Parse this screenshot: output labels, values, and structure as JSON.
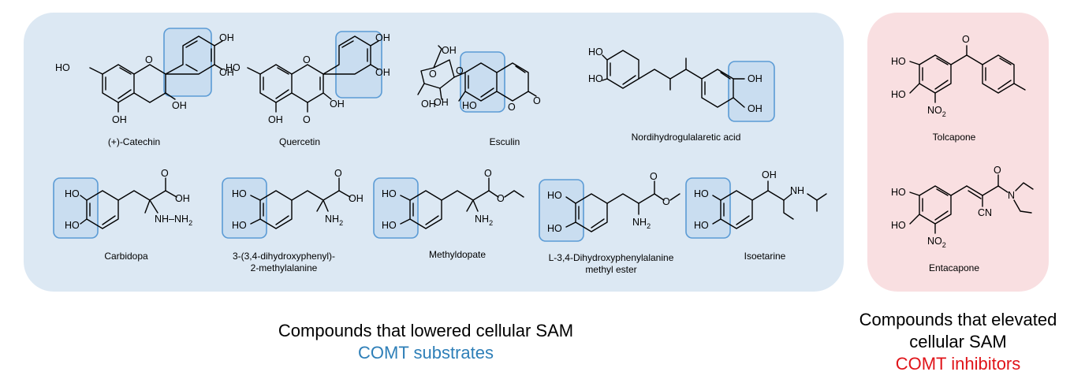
{
  "substrates": {
    "compounds": [
      {
        "name": "(+)-Catechin"
      },
      {
        "name": "Quercetin"
      },
      {
        "name": "Esculin"
      },
      {
        "name": "Nordihydrogulalaretic acid"
      },
      {
        "name": "Carbidopa"
      },
      {
        "name_line1": "3-(3,4-dihydroxyphenyl)-",
        "name_line2": "2-methylalanine"
      },
      {
        "name": "Methyldopate"
      },
      {
        "name_line1": "L-3,4-Dihydroxyphenylalanine",
        "name_line2": "methyl ester"
      },
      {
        "name": "Isoetarine"
      }
    ],
    "caption": "Compounds that lowered cellular SAM",
    "class_label": "COMT substrates"
  },
  "inhibitors": {
    "compounds": [
      {
        "name": "Tolcapone"
      },
      {
        "name": "Entacapone"
      }
    ],
    "caption_line1": "Compounds that elevated",
    "caption_line2": "cellular SAM",
    "class_label": "COMT inhibitors"
  },
  "atom_labels": {
    "HO": "HO",
    "OH": "OH",
    "O": "O",
    "NH2_prefix": "NH",
    "sub2": "2",
    "NH": "NH",
    "N": "N",
    "CN": "CN",
    "NO2_prefix": "NO",
    "HNNH2": "NH–NH"
  },
  "colors": {
    "substrate_panel": "#dce8f3",
    "inhibitor_panel": "#f9dfe1",
    "catechol_highlight": "#5b9bd5",
    "substrate_label": "#2e7fb8",
    "inhibitor_label": "#e0141a"
  }
}
